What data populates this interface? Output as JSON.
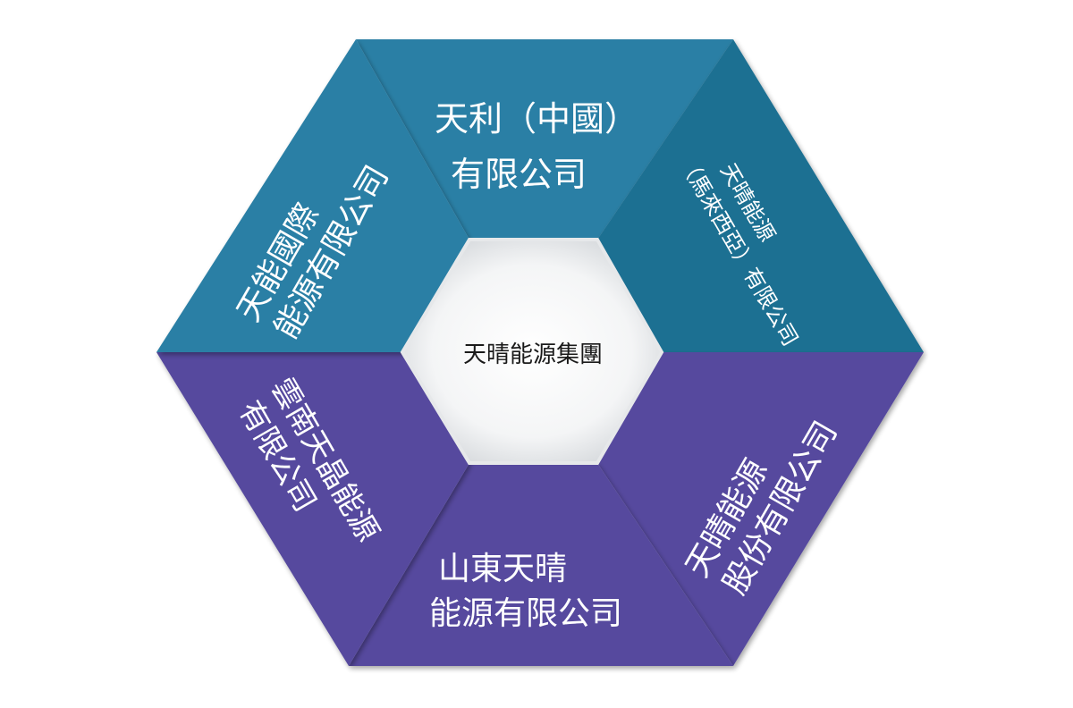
{
  "diagram": {
    "center": {
      "label": "天晴能源集團"
    },
    "segments": [
      {
        "id": "top",
        "color": "#2a7fa5",
        "lines": [
          "天利（中國）",
          "有限公司"
        ]
      },
      {
        "id": "top-right",
        "color": "#1f6f92",
        "lines": [
          "天晴能源",
          "（馬來西亞）有限公司"
        ]
      },
      {
        "id": "bottom-right",
        "color": "#564a9e",
        "lines": [
          "天晴能源",
          "股份有限公司"
        ]
      },
      {
        "id": "bottom",
        "color": "#564a9e",
        "lines": [
          "山東天晴",
          "能源有限公司"
        ]
      },
      {
        "id": "bottom-left",
        "color": "#564a9e",
        "lines": [
          "雲南天晶能源",
          "有限公司"
        ]
      },
      {
        "id": "top-left",
        "color": "#2a7fa5",
        "lines": [
          "天能國際",
          "能源有限公司"
        ]
      }
    ]
  }
}
